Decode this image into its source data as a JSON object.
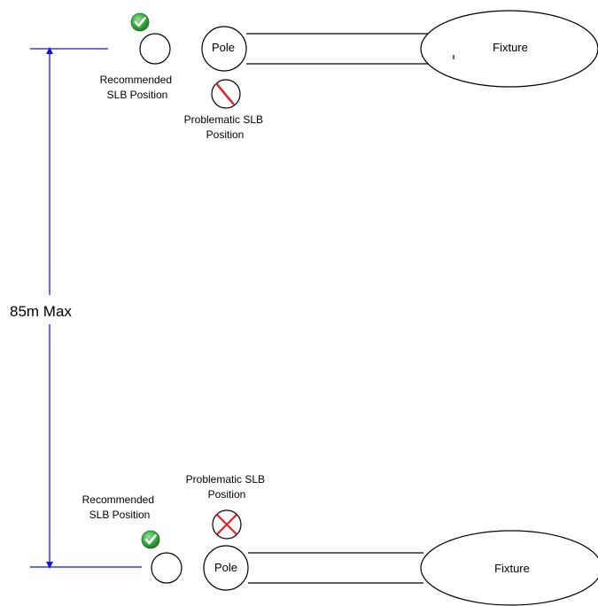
{
  "top_group": {
    "pole_label": "Pole",
    "fixture_label": "Fixture",
    "recommended_label": [
      "Recommended",
      "SLB Position"
    ],
    "problematic_label": [
      "Problematic SLB",
      "Position"
    ]
  },
  "bottom_group": {
    "pole_label": "Pole",
    "fixture_label": "Fixture",
    "recommended_label": [
      "Recommended",
      "SLB Position"
    ],
    "problematic_label": [
      "Problematic SLB",
      "Position"
    ]
  },
  "dimension": {
    "label": "85m Max"
  },
  "colors": {
    "dimension_line": "#1515d0",
    "check_green": "#35a83b",
    "problem_red": "#e0202a",
    "outline": "#000000"
  },
  "icons": {
    "recommended": "check-icon",
    "problematic_top": "slash-icon",
    "problematic_bottom": "x-icon"
  }
}
